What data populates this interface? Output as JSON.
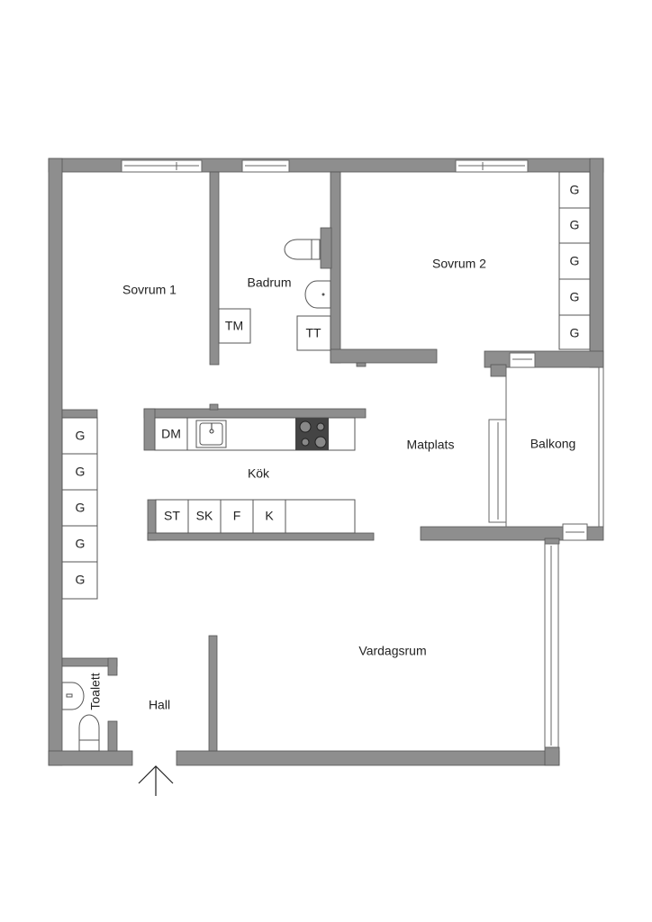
{
  "rooms": {
    "sovrum1": "Sovrum 1",
    "badrum": "Badrum",
    "sovrum2": "Sovrum 2",
    "kok": "Kök",
    "matplats": "Matplats",
    "balkong": "Balkong",
    "vardagsrum": "Vardagsrum",
    "hall": "Hall",
    "toalett": "Toalett"
  },
  "fixtures": {
    "tm": "TM",
    "tt": "TT",
    "dm": "DM",
    "st": "ST",
    "sk": "SK",
    "f": "F",
    "k": "K",
    "wardrobe": "G"
  },
  "colors": {
    "wall": "#8e8e8e",
    "stove": "#444444"
  }
}
